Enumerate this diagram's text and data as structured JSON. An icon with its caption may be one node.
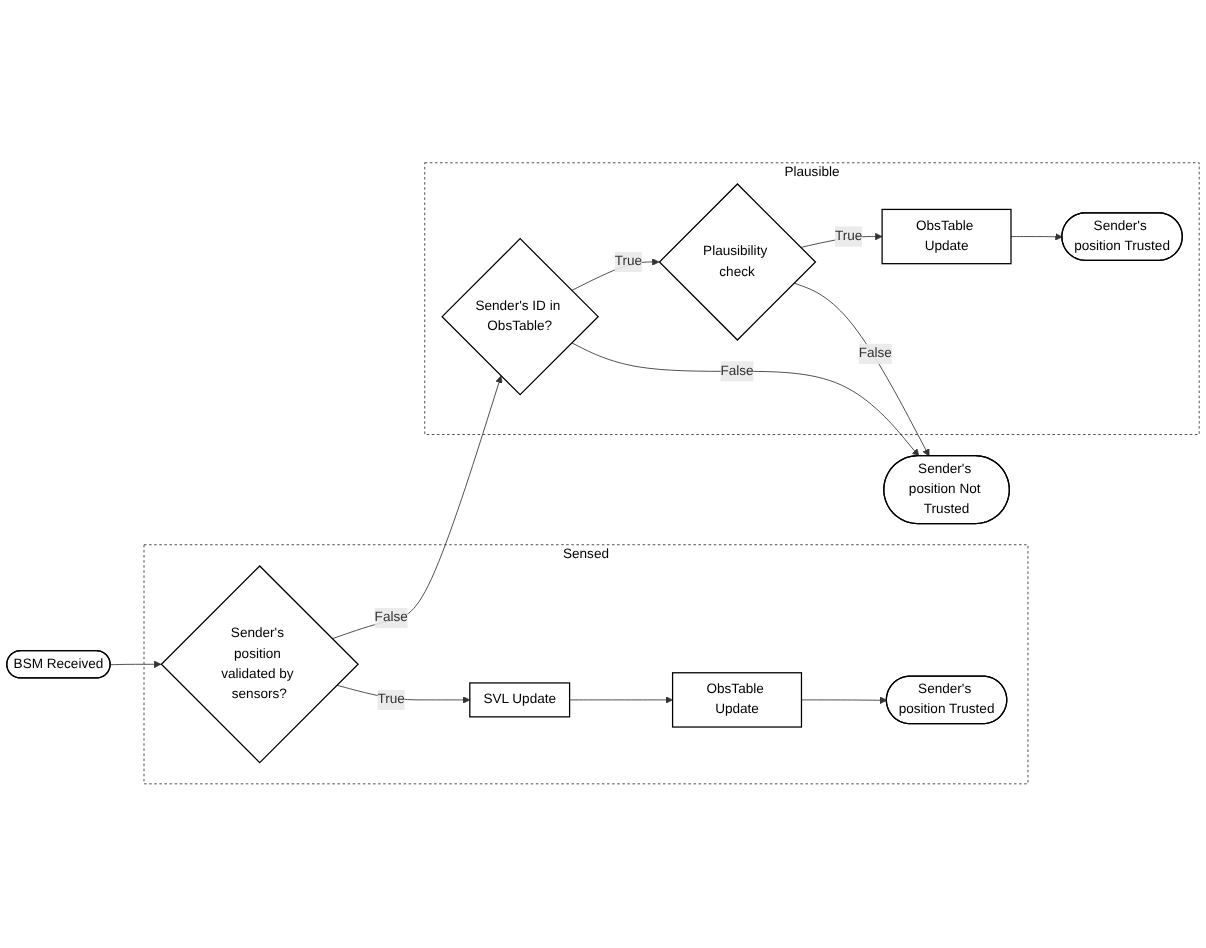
{
  "diagram": {
    "nodes": [
      {
        "text": [
          "BSM Received"
        ]
      },
      {
        "text": [
          "Sensed"
        ]
      },
      {
        "text": [
          "Sender's position validated by sensors?"
        ],
        "in": 1
      },
      {
        "text": [
          "SVL Update"
        ],
        "in": 1
      },
      {
        "text": [
          "ObsTable Update"
        ],
        "in": 1
      },
      {
        "text": [
          "Sender's position Trusted"
        ],
        "in": 1
      },
      {
        "text": [
          "Plausible"
        ]
      },
      {
        "text": [
          "Sender's ID in ObsTable?"
        ],
        "in": 6
      },
      {
        "text": [
          "Plausibility check"
        ],
        "in": 6
      },
      {
        "text": [
          "ObsTable Update"
        ],
        "in": 6
      },
      {
        "text": [
          "Sender's position Trusted"
        ],
        "in": 6
      },
      {
        "text": [
          "Sender's position Not Trusted"
        ]
      }
    ],
    "edges": [
      {
        "from": 0,
        "to": 2,
        "arrow": "to"
      },
      {
        "from": 2,
        "to": 3,
        "label": "True",
        "arrow": "to"
      },
      {
        "from": 3,
        "to": 4,
        "arrow": "to"
      },
      {
        "from": 4,
        "to": 5,
        "arrow": "to"
      },
      {
        "from": 2,
        "to": 7,
        "label": "False",
        "arrow": "to"
      },
      {
        "from": 7,
        "to": 8,
        "label": "True",
        "arrow": "to"
      },
      {
        "from": 8,
        "to": 9,
        "label": "True",
        "arrow": "to"
      },
      {
        "from": 9,
        "to": 10,
        "arrow": "to"
      },
      {
        "from": 7,
        "to": 11,
        "label": "False",
        "arrow": "to"
      },
      {
        "from": 8,
        "to": 11,
        "label": "False",
        "arrow": "to"
      }
    ]
  }
}
